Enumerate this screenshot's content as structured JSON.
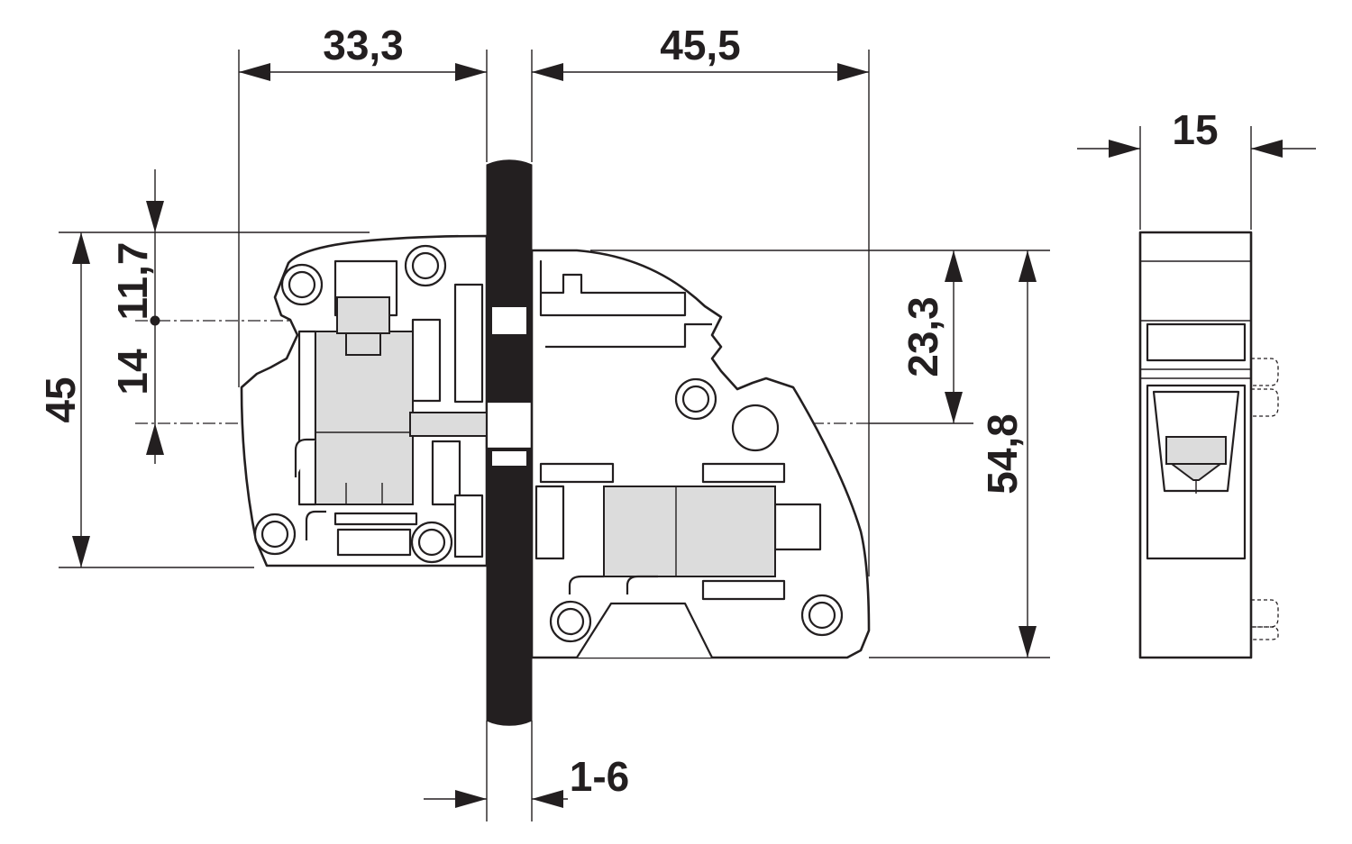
{
  "dimensions": {
    "top_left_width": "33,3",
    "top_right_width": "45,5",
    "side_view_width": "15",
    "overall_height_left": "45",
    "upper_offset": "11,7",
    "axis_offset": "14",
    "right_upper_height": "23,3",
    "right_overall_height": "54,8",
    "panel_thickness": "1-6"
  },
  "colors": {
    "line": "#231f20",
    "fill_grey": "#dcdcdc",
    "background": "#ffffff"
  }
}
